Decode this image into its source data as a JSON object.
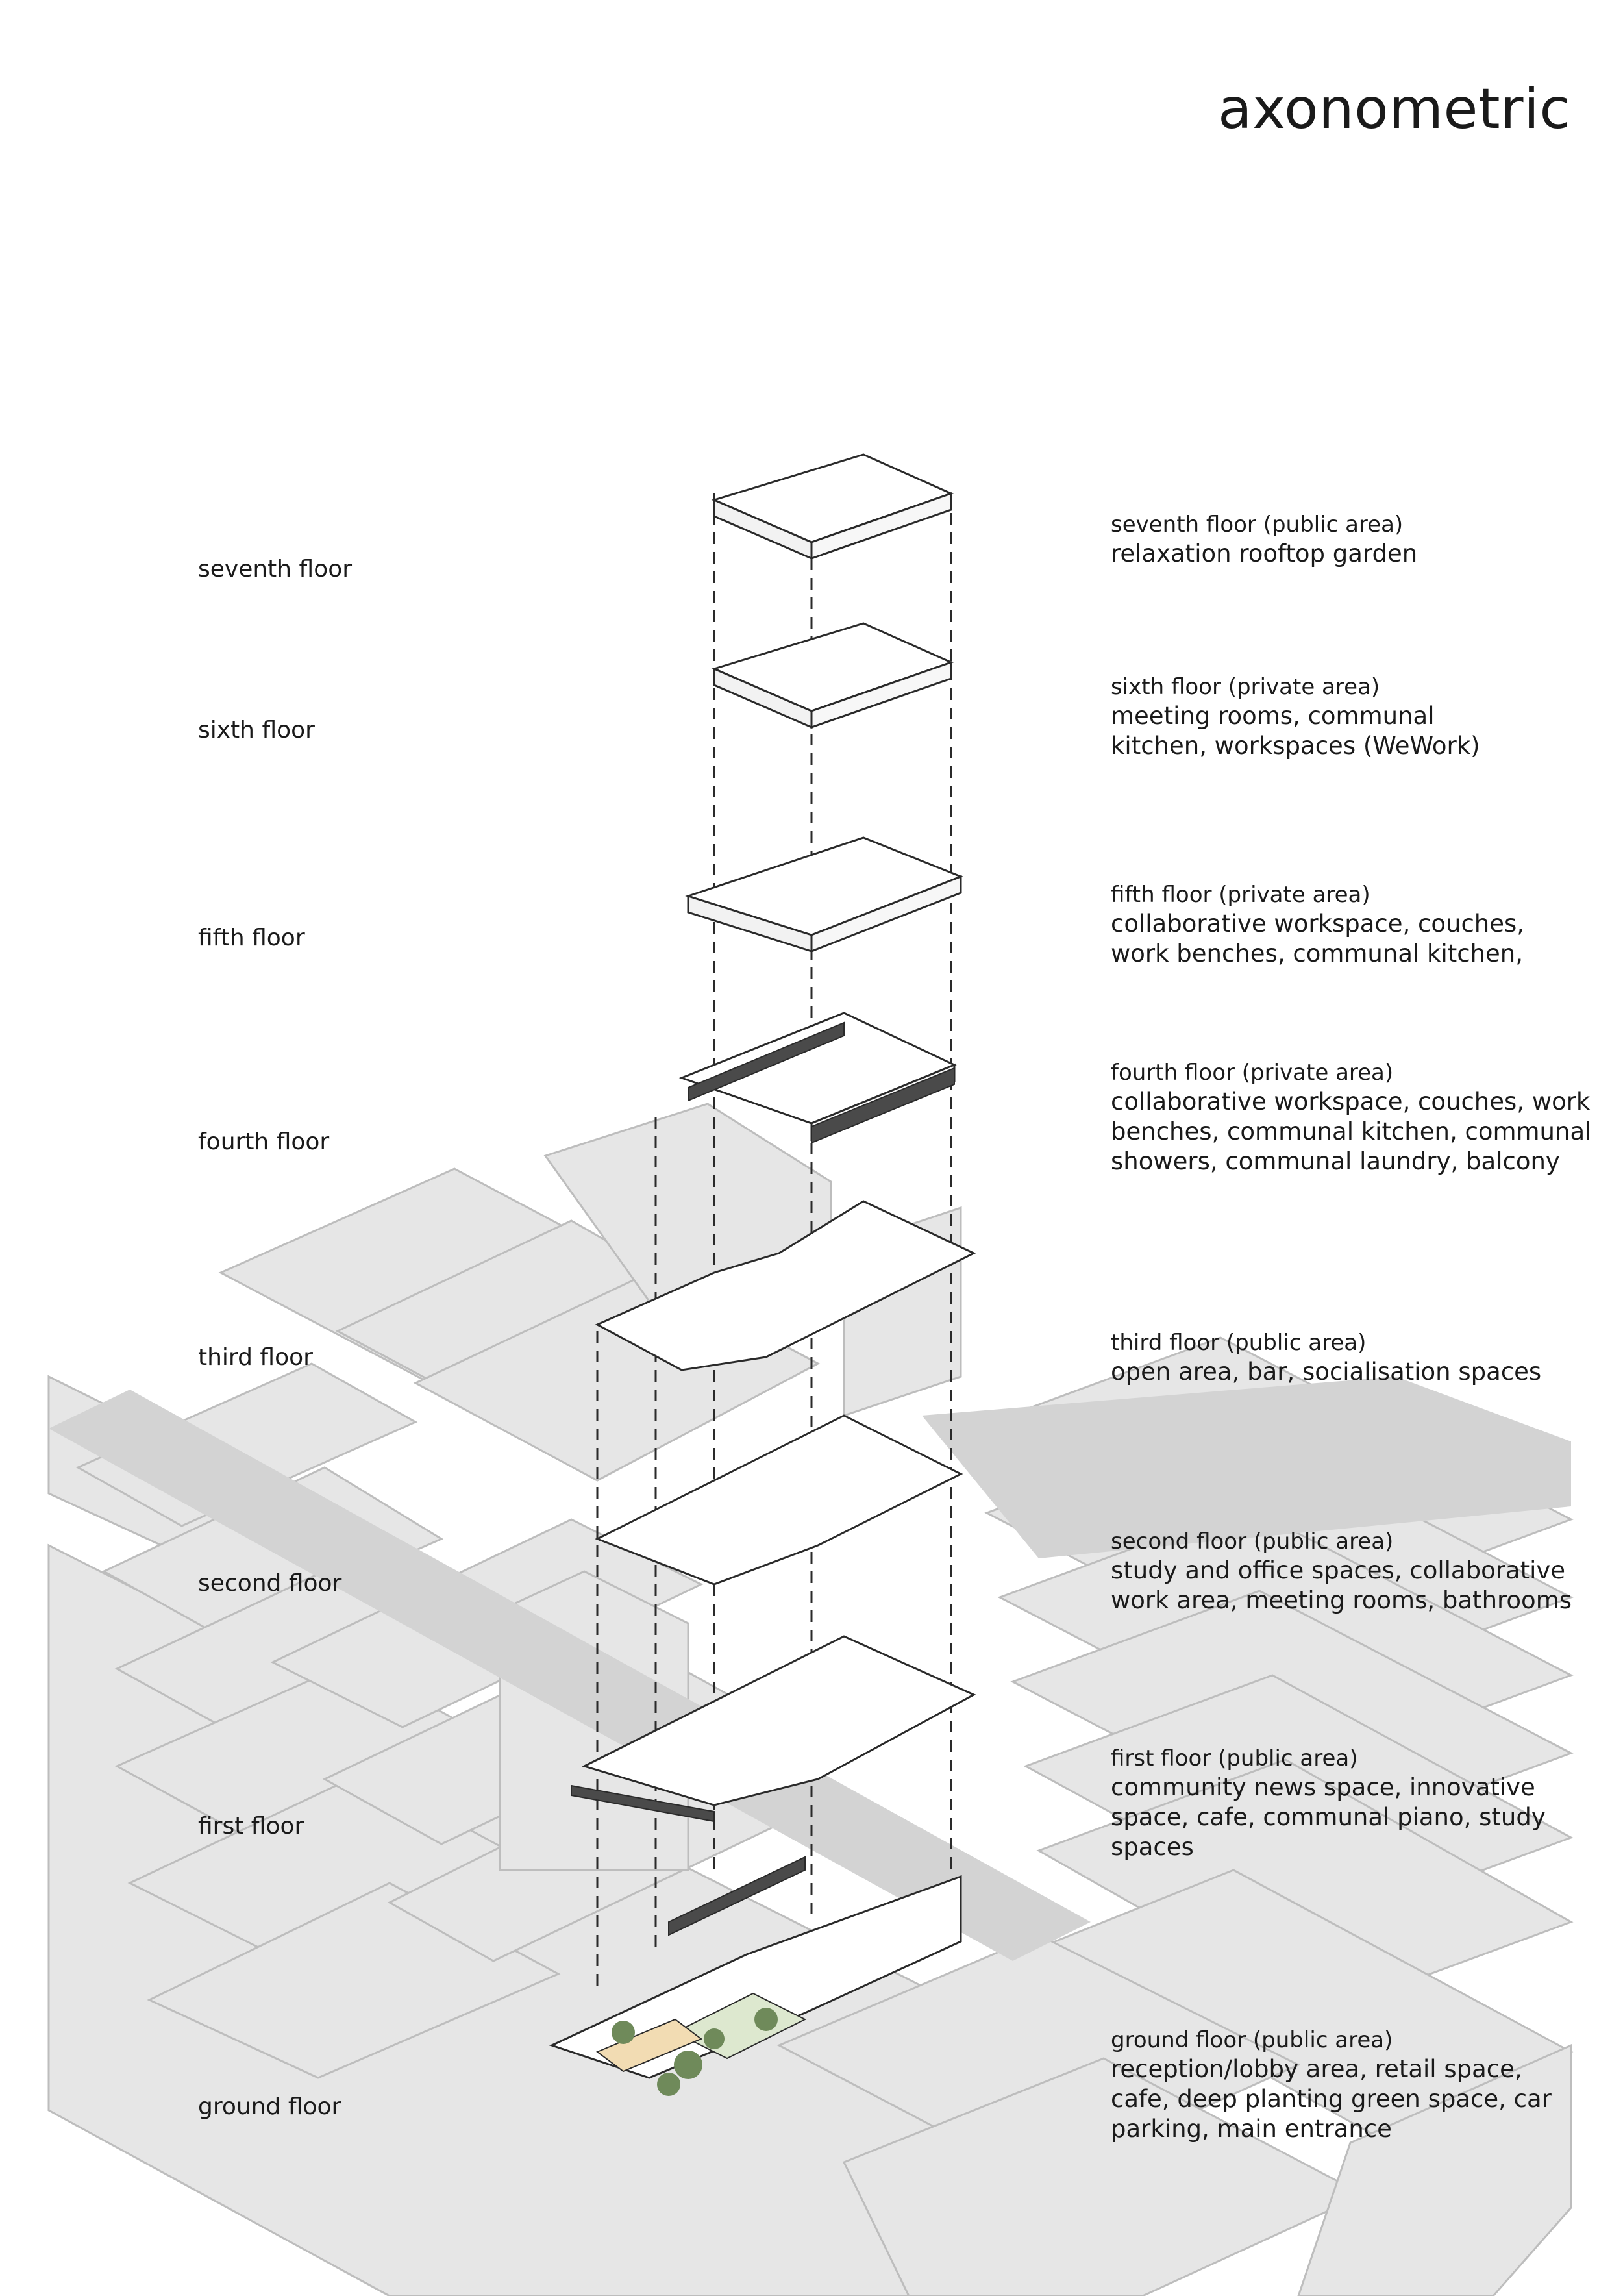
{
  "title": "axonometric",
  "floors": [
    {
      "label": "seventh floor",
      "desc_title": "seventh floor (public area)",
      "desc_body": "relaxation rooftop garden"
    },
    {
      "label": "sixth floor",
      "desc_title": "sixth floor (private area)",
      "desc_body": "meeting rooms, communal\nkitchen, workspaces (WeWork)"
    },
    {
      "label": "fifth floor",
      "desc_title": "fifth floor (private area)",
      "desc_body": "collaborative workspace, couches,\nwork benches, communal kitchen,"
    },
    {
      "label": "fourth floor",
      "desc_title": "fourth floor (private area)",
      "desc_body": "collaborative workspace, couches, work\nbenches, communal kitchen, communal\nshowers, communal laundry, balcony"
    },
    {
      "label": "third floor",
      "desc_title": "third floor (public area)",
      "desc_body": "open area, bar, socialisation spaces"
    },
    {
      "label": "second floor",
      "desc_title": "second floor (public area)",
      "desc_body": "study and office spaces, collaborative\nwork area, meeting rooms, bathrooms"
    },
    {
      "label": "first floor",
      "desc_title": "first floor (public area)",
      "desc_body": "community news space, innovative\nspace, cafe, communal piano, study\nspaces"
    },
    {
      "label": "ground floor",
      "desc_title": "ground floor (public area)",
      "desc_body": "reception/lobby area, retail space,\ncafe, deep planting green space, car\nparking, main entrance"
    }
  ],
  "colors": {
    "context_fill": "#e6e6e6",
    "context_stroke": "#bdbdbd",
    "road_fill": "#d3d3d3",
    "line": "#2a2a2a",
    "green_space": "#dde8cf",
    "sand": "#f2dcb3",
    "tree": "#6f8a5a",
    "dark_facade": "#4a4a4a"
  }
}
